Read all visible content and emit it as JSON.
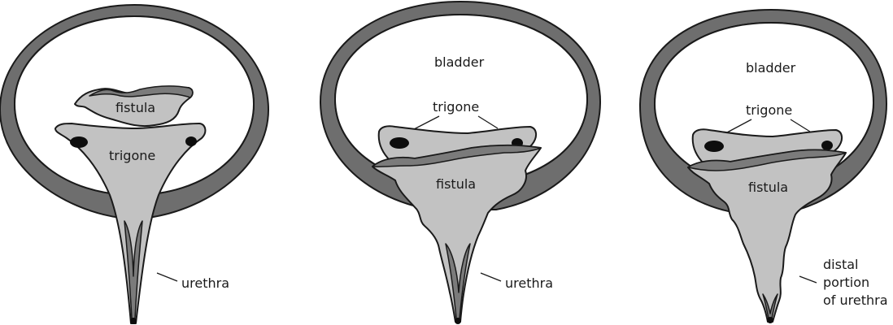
{
  "panels": [
    {
      "labels": {
        "fistula": "fistula",
        "trigone": "trigone",
        "urethra": "urethra"
      }
    },
    {
      "labels": {
        "bladder": "bladder",
        "trigone": "trigone",
        "fistula": "fistula",
        "urethra": "urethra"
      }
    },
    {
      "labels": {
        "bladder": "bladder",
        "trigone": "trigone",
        "fistula": "fistula",
        "distal_line1": "distal",
        "distal_line2": "portion",
        "distal_line3": "of urethra"
      }
    }
  ],
  "colors": {
    "bladder_wall": "#6e6e6e",
    "tissue": "#c2c2c2",
    "orifice": "#0d0d0d",
    "outline": "#1a1a1a"
  }
}
